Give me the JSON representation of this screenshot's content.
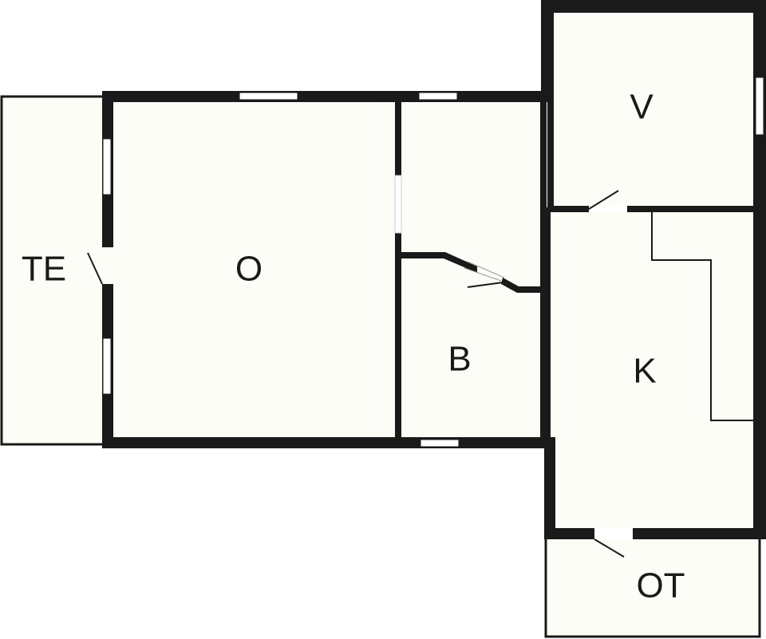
{
  "diagram": {
    "type": "floor-plan",
    "colors": {
      "wall": "#1a1a1a",
      "floor": "#fdfdf8",
      "window": "#ffffff",
      "background": "#ffffff"
    },
    "rooms": [
      {
        "id": "te",
        "label": "TE"
      },
      {
        "id": "o",
        "label": "O"
      },
      {
        "id": "b",
        "label": "B"
      },
      {
        "id": "v",
        "label": "V"
      },
      {
        "id": "k",
        "label": "K"
      },
      {
        "id": "ot",
        "label": "OT"
      }
    ]
  }
}
